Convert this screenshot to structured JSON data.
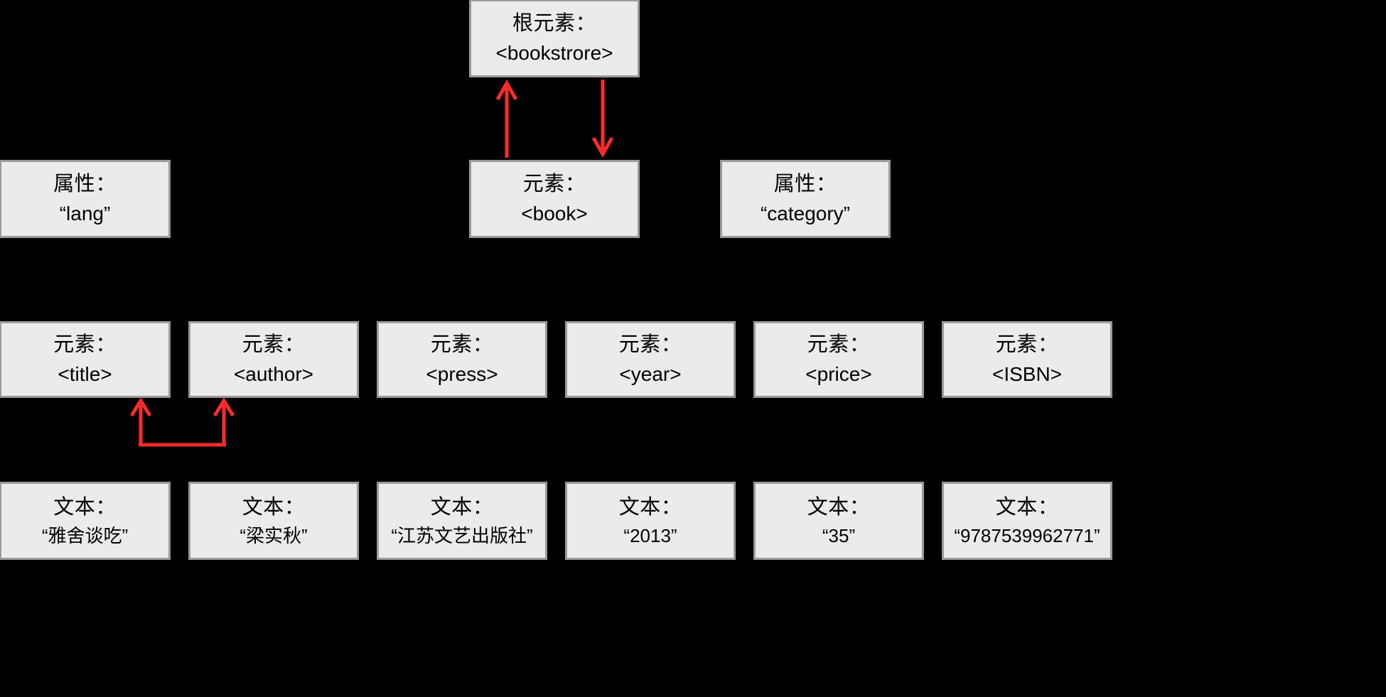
{
  "diagram": {
    "title": "XML DOM tree node diagram",
    "background_color": "#000000",
    "box_fill_color": "#ebebeb",
    "box_border_color": "#9a9a9a",
    "arrow_color": "#fb2b2b",
    "text_color": "#000000"
  },
  "root_row": {
    "root_node": {
      "label": "根元素：",
      "value": "<bookstrore>"
    }
  },
  "second_row": {
    "attr_lang": {
      "label": "属性：",
      "value": "“lang”"
    },
    "element_book": {
      "label": "元素：",
      "value": "<book>"
    },
    "attr_category": {
      "label": "属性：",
      "value": "“category”"
    }
  },
  "element_row": {
    "label": "元素：",
    "nodes": [
      {
        "label": "元素：",
        "value": "<title>"
      },
      {
        "label": "元素：",
        "value": "<author>"
      },
      {
        "label": "元素：",
        "value": "<press>"
      },
      {
        "label": "元素：",
        "value": "<year>"
      },
      {
        "label": "元素：",
        "value": "<price>"
      },
      {
        "label": "元素：",
        "value": "<ISBN>"
      }
    ]
  },
  "text_row": {
    "label": "文本：",
    "nodes": [
      {
        "label": "文本：",
        "value": "“雅舍谈吃”"
      },
      {
        "label": "文本：",
        "value": "“梁实秋”"
      },
      {
        "label": "文本：",
        "value": "“江苏文艺出版社”"
      },
      {
        "label": "文本：",
        "value": "“2013”"
      },
      {
        "label": "文本：",
        "value": "“35”"
      },
      {
        "label": "文本：",
        "value": "“9787539962771”"
      }
    ]
  },
  "annotations": {
    "arrow_up_to_root": "red-arrow-up-from-book-to-root",
    "arrow_down_from_root": "red-arrow-down-from-root-to-book",
    "arrow_bracket_title_author": "red-bracket-arrow-title-author"
  }
}
